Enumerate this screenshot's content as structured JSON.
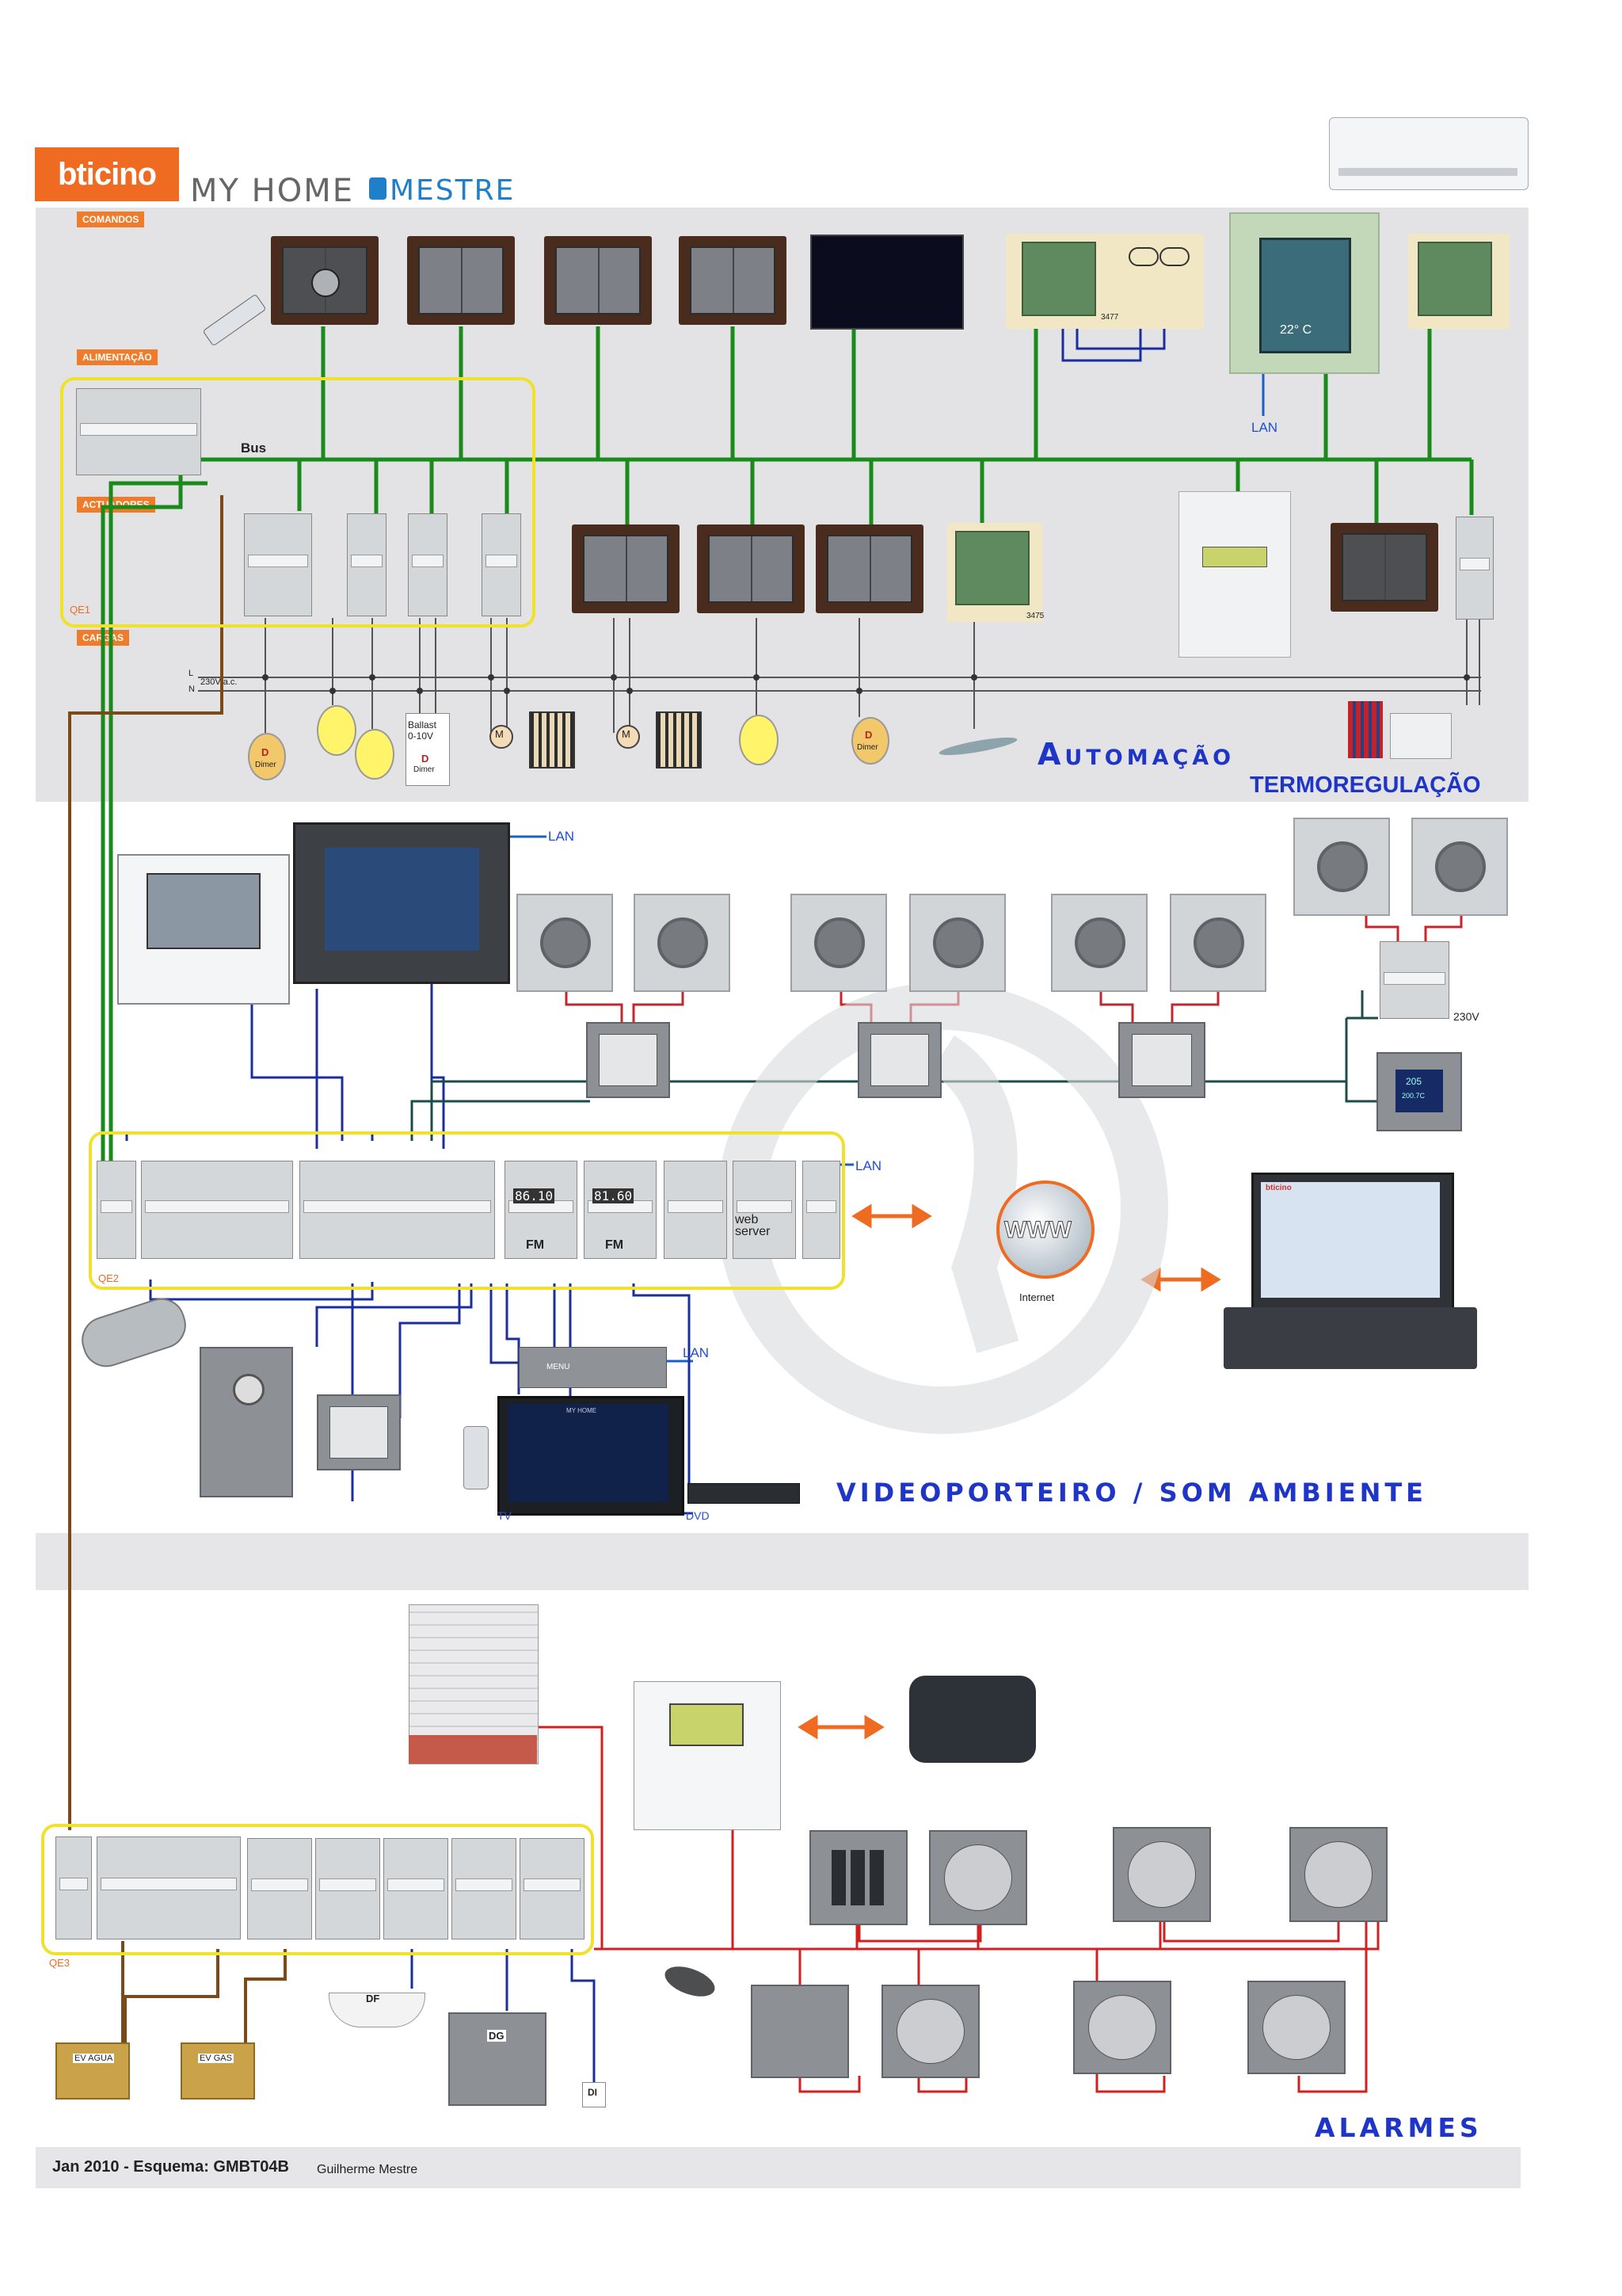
{
  "header": {
    "brand": "bticino",
    "product": "MY HOME",
    "partner": "MESTRE"
  },
  "tags": {
    "comandos": "COMANDOS",
    "alimentacao": "ALIMENTAÇÃO",
    "actuadores": "ACTUADORES",
    "cargas": "CARGAS"
  },
  "labels": {
    "bus": "Bus",
    "lan_top": "LAN",
    "lan_video": "LAN",
    "lan_qe2": "LAN",
    "lan_tv": "LAN",
    "qe1": "QE1",
    "qe2": "QE2",
    "qe3": "QE3",
    "thermo_display": "22° C",
    "power_lines": "230V a.c.",
    "line_l": "L",
    "line_n": "N",
    "ballast": "Ballast 0-10V",
    "dimmer": "Dimer",
    "dimmer2": "Dimer",
    "dimmer3": "Dimer",
    "d1": "D",
    "d2": "D",
    "d3": "D",
    "m1": "M",
    "m2": "M",
    "v230": "230V",
    "fm1_freq": "86.10",
    "fm2_freq": "81.60",
    "fm1": "FM",
    "fm2": "FM",
    "web_server": "web server",
    "www": "WWW",
    "internet": "Internet",
    "tv": "TV",
    "dvd": "DVD",
    "menu": "MENU",
    "df": "DF",
    "dg": "DG",
    "di": "DI",
    "ev_agua": "EV AGUA",
    "ev_gas": "EV GAS",
    "laptop_brand": "bticino",
    "tv_screen": "MY HOME",
    "code_3477": "3477",
    "code_3475": "3475",
    "sensor_value": "205",
    "sensor_value2": "200.7C"
  },
  "sections": {
    "automacao": "Automação",
    "termoregulacao": "TERMOREGULAÇÃO",
    "videoporteiro": "VIDEOPORTEIRO / SOM AMBIENTE",
    "alarmes": "ALARMES"
  },
  "footer": {
    "date_scheme": "Jan 2010 - Esquema: GMBT04B",
    "author": "Guilherme Mestre"
  },
  "colors": {
    "bus_green": "#1a8a1a",
    "alarm_red": "#d21f1f",
    "video_blue": "#1b2f9c",
    "power_gray": "#555555",
    "brown": "#7a4a1a",
    "accent_orange": "#ef6b22",
    "section_blue": "#1e35c8",
    "highlight_yellow": "#f0e22b"
  }
}
